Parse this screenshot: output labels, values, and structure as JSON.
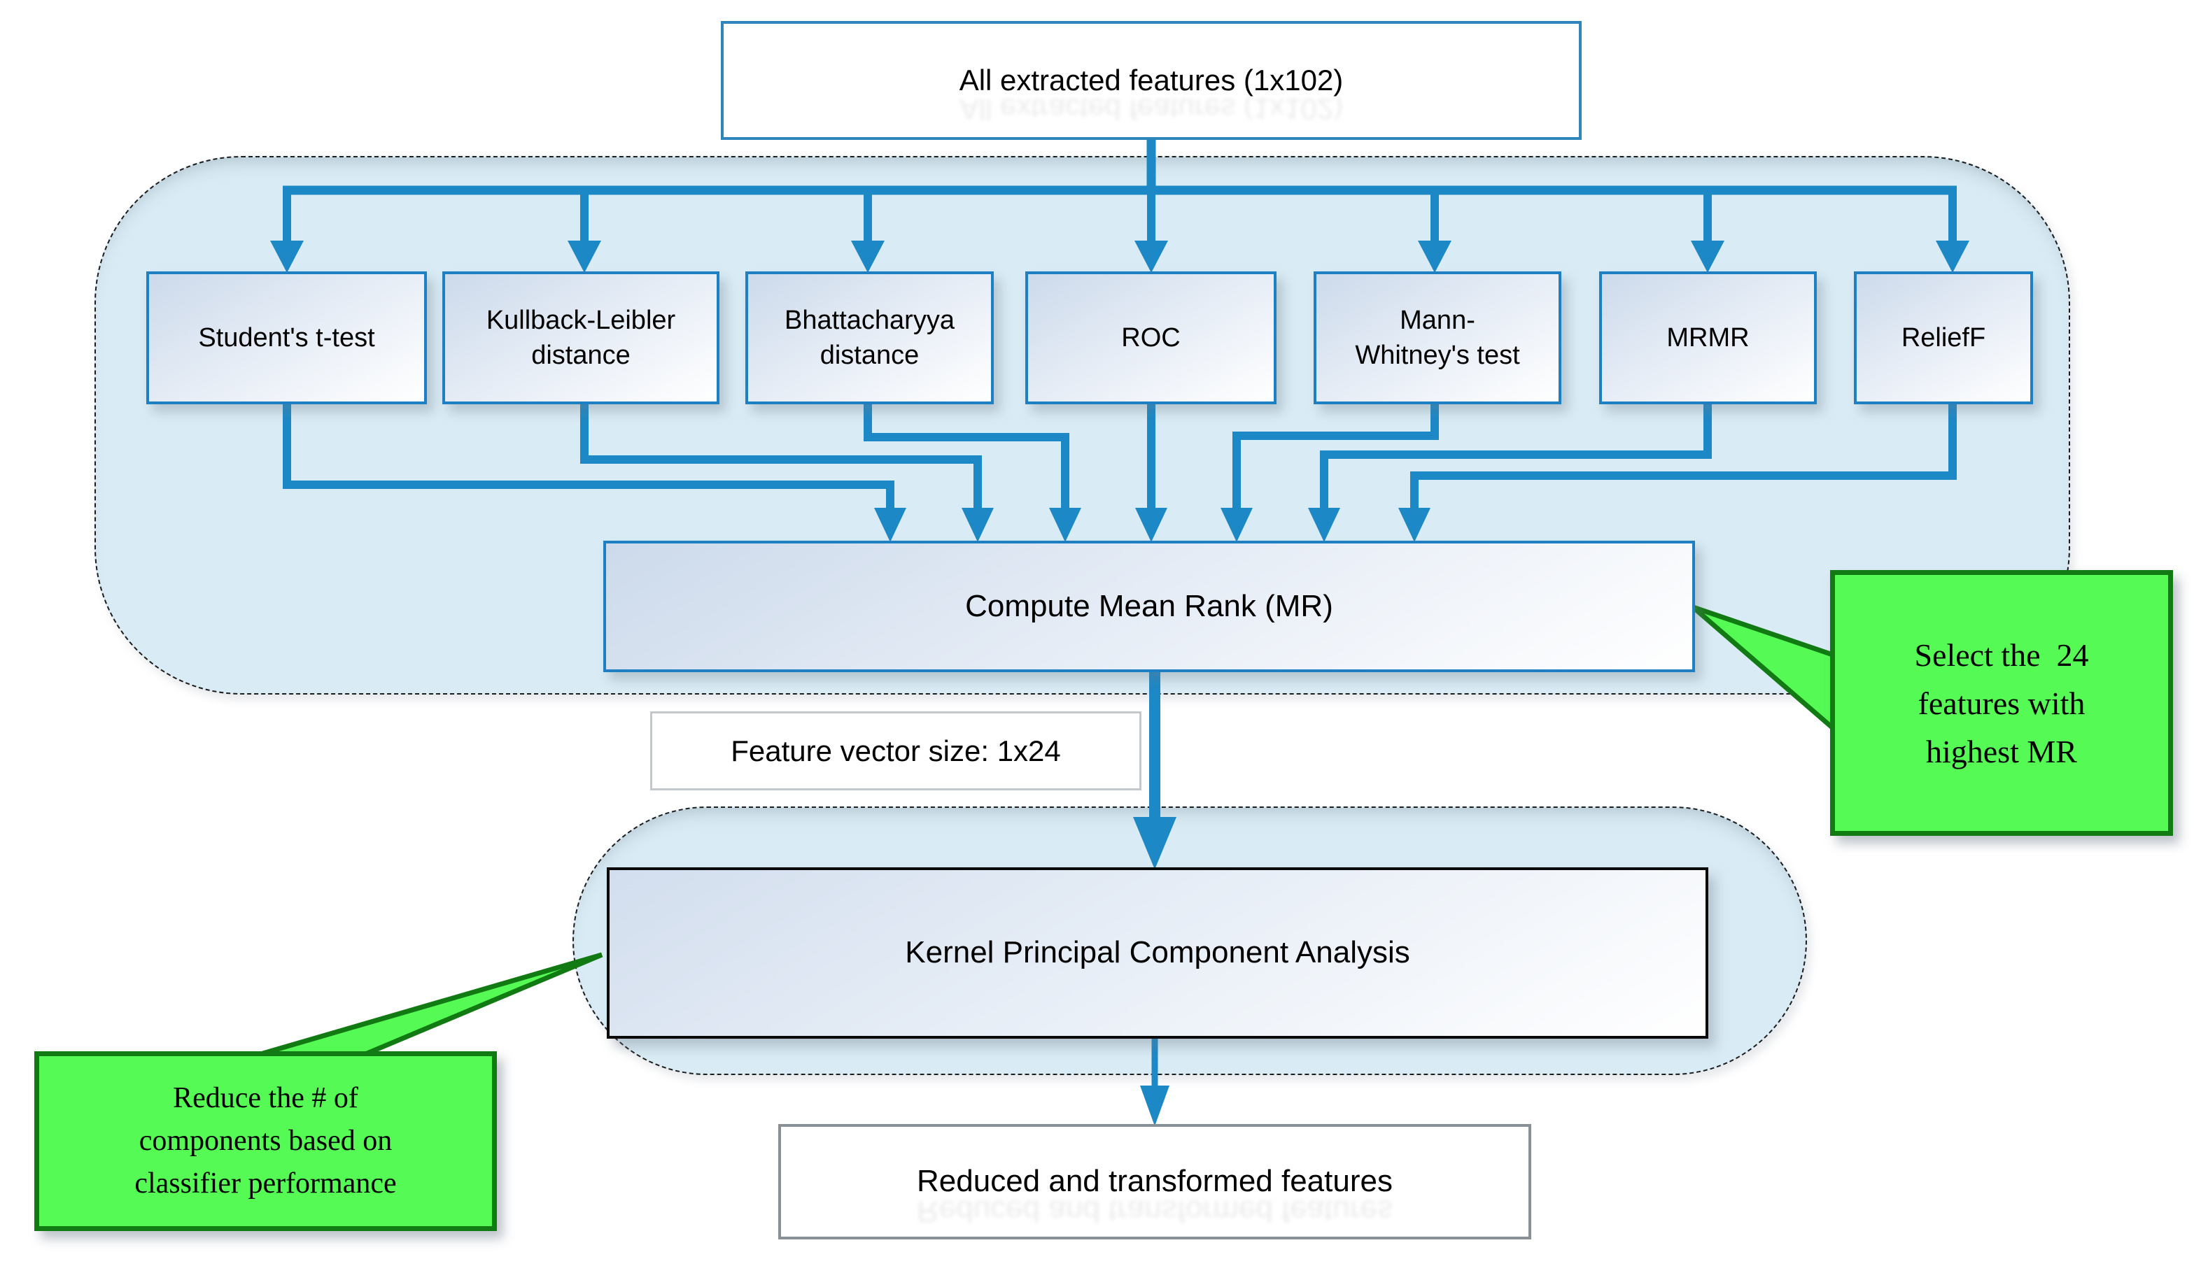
{
  "diagram": {
    "top_box": {
      "label": "All extracted features (1x102)"
    },
    "rank_stage": {
      "selectors": [
        {
          "label": "Student's t-test"
        },
        {
          "label": "Kullback-Leibler\ndistance"
        },
        {
          "label": "Bhattacharyya\ndistance"
        },
        {
          "label": "ROC"
        },
        {
          "label": "Mann-\nWhitney's test"
        },
        {
          "label": "MRMR"
        },
        {
          "label": "ReliefF"
        }
      ],
      "mean_rank": {
        "label": "Compute Mean Rank (MR)"
      }
    },
    "callout_select": {
      "label": "Select the  24\nfeatures with\nhighest MR"
    },
    "feature_vector": {
      "label": "Feature vector size: 1x24"
    },
    "kpca": {
      "label": "Kernel Principal Component Analysis"
    },
    "callout_reduce": {
      "label": "Reduce the # of\ncomponents based on\nclassifier performance"
    },
    "output": {
      "label": "Reduced and transformed features"
    },
    "colors": {
      "arrow_blue": "#1d88c6",
      "node_border_blue": "#1e7fc2",
      "container_fill": "#d9ebf4",
      "container_border": "#1c1c1c",
      "callout_fill": "#55fa55",
      "callout_border": "#127a12",
      "kpca_border": "#0a0a0a",
      "output_border": "#8a9196"
    }
  }
}
